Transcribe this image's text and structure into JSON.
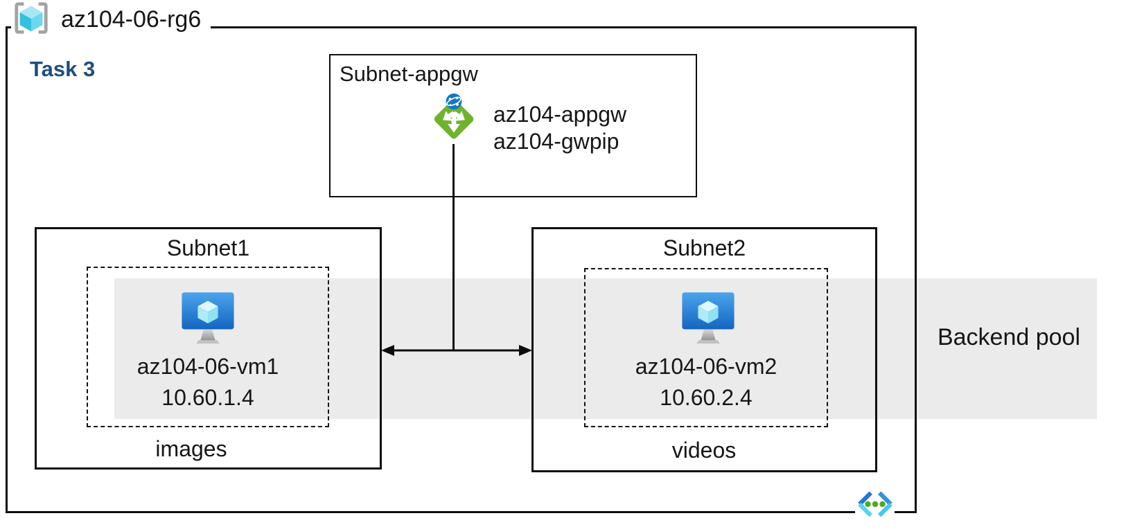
{
  "resource_group": {
    "name": "az104-06-rg6"
  },
  "task": {
    "label": "Task 3"
  },
  "appgw_subnet": {
    "title": "Subnet-appgw",
    "gateway_name": "az104-appgw",
    "gateway_pip": "az104-gwpip"
  },
  "subnet1": {
    "title": "Subnet1",
    "vm_name": "az104-06-vm1",
    "vm_ip": "10.60.1.4",
    "content_label": "images"
  },
  "subnet2": {
    "title": "Subnet2",
    "vm_name": "az104-06-vm2",
    "vm_ip": "10.60.2.4",
    "content_label": "videos"
  },
  "backend_pool": {
    "label": "Backend pool"
  },
  "icons": {
    "resource_group": "resource-group-icon",
    "application_gateway": "application-gateway-icon",
    "virtual_machine": "virtual-machine-icon",
    "virtual_network": "virtual-network-icon"
  },
  "colors": {
    "backend_band": "#ebebeb",
    "border": "#0d0d0d",
    "task_label": "#1d4e7e",
    "appgw_green": "#6fb32c",
    "globe_blue": "#1079c8",
    "vm_blue_top": "#4ba5ec",
    "vm_blue_bottom": "#1465c0",
    "vnet_dot_green": "#54a81f",
    "bracket_gray": "#a3a3a3"
  }
}
